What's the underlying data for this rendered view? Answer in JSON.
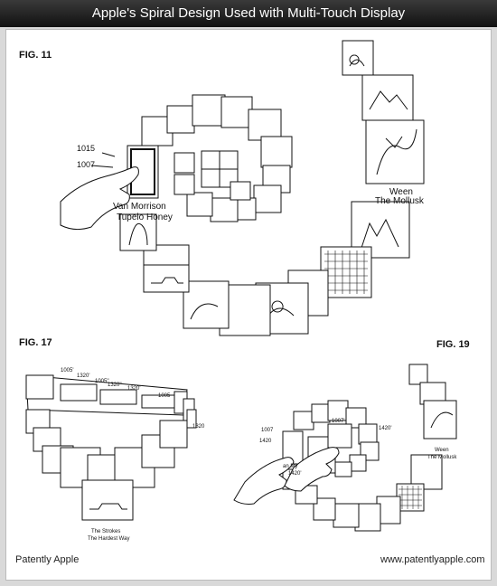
{
  "header": {
    "title": "Apple's Spiral Design Used with Multi-Touch Display"
  },
  "figures": [
    {
      "label": "FIG. 11",
      "callouts": [
        "1015",
        "1007"
      ],
      "album_captions": [
        {
          "line1": "Van Morrison",
          "line2": "Tupelo Honey"
        },
        {
          "line1": "Ween",
          "line2": "The Mollusk"
        }
      ]
    },
    {
      "label": "FIG. 17",
      "callouts": [
        "1005'",
        "1320'",
        "1005''",
        "1320''",
        "1320'",
        "1005",
        "1320"
      ],
      "album_captions": [
        {
          "line1": "The Strokes",
          "line2": "The Hardest Way"
        }
      ]
    },
    {
      "label": "FIG. 19",
      "callouts": [
        "1007",
        "1420",
        "1007'",
        "1420'",
        "1420'"
      ],
      "album_captions": [
        {
          "line1": "an My",
          "line2": ""
        },
        {
          "line1": "Ween",
          "line2": "The Mollusk"
        }
      ]
    }
  ],
  "footer": {
    "left": "Patently Apple",
    "right": "www.patentlyapple.com"
  }
}
